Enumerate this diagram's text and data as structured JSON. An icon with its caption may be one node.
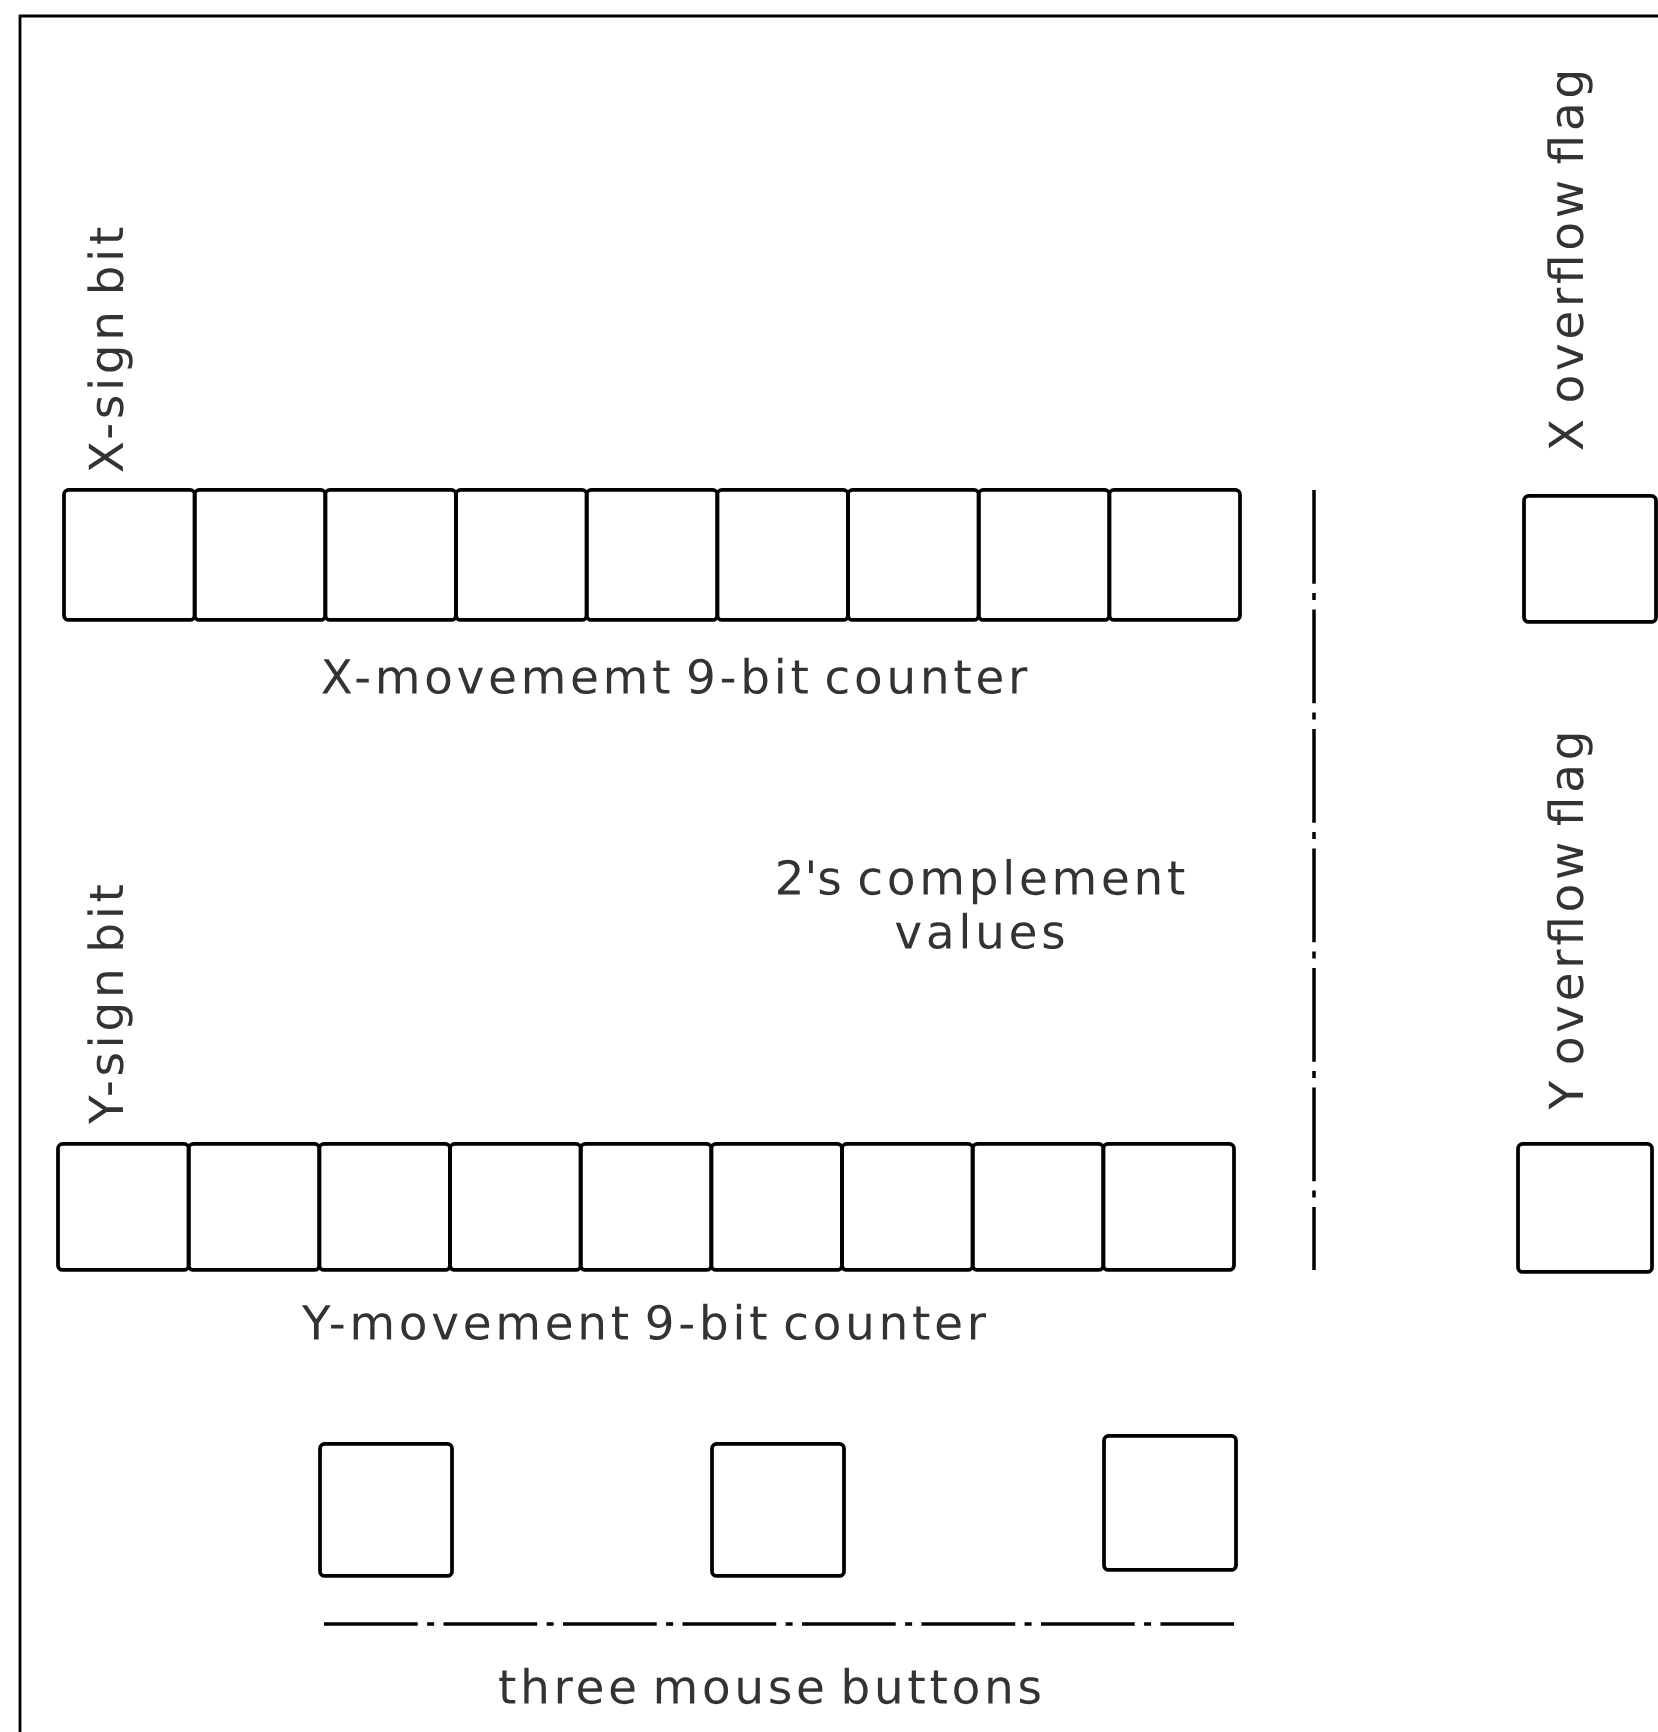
{
  "diagram": {
    "nodes": [
      {
        "text": [],
        "shape": "box"
      },
      {
        "text": [],
        "shape": "box"
      },
      {
        "text": [],
        "shape": "box"
      },
      {
        "text": [],
        "shape": "box"
      },
      {
        "text": [],
        "shape": "box"
      },
      {
        "text": [],
        "shape": "box"
      },
      {
        "text": [],
        "shape": "box"
      },
      {
        "text": [],
        "shape": "box"
      },
      {
        "text": [],
        "shape": "box"
      },
      {
        "text": [],
        "shape": "box"
      },
      {
        "text": [],
        "shape": "box"
      },
      {
        "text": [],
        "shape": "box"
      },
      {
        "text": [],
        "shape": "box"
      },
      {
        "text": [],
        "shape": "box"
      },
      {
        "text": [],
        "shape": "box"
      },
      {
        "text": [],
        "shape": "box"
      },
      {
        "text": [],
        "shape": "box"
      },
      {
        "text": [],
        "shape": "box"
      },
      {
        "text": [],
        "shape": "box"
      },
      {
        "text": [],
        "shape": "box"
      },
      {
        "text": [],
        "shape": "box"
      },
      {
        "text": [],
        "shape": "box"
      },
      {
        "text": [],
        "shape": "box"
      }
    ],
    "labels": [
      "X-sign bit",
      "X overflow flag",
      "X-movememt 9-bit counter",
      "2's complement values",
      "Y-sign bit",
      "Y overflow flag",
      "Y-movement 9-bit counter",
      "three mouse buttons"
    ]
  }
}
